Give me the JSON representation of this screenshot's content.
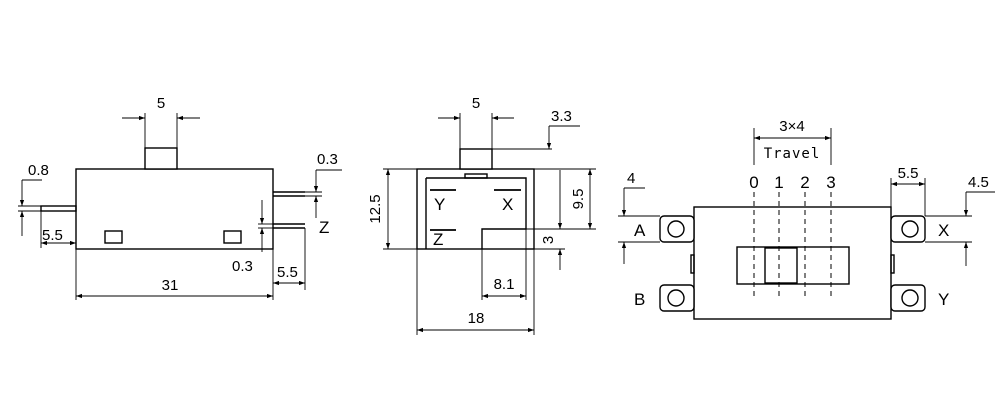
{
  "side_view": {
    "dim_top": "5",
    "dim_left_thk": "0.8",
    "dim_right_thk": "0.3",
    "dim_left_pin": "5.5",
    "dim_bottom_pin": "0.3",
    "dim_right_pin": "5.5",
    "dim_length": "31",
    "label_z": "Z"
  },
  "end_view": {
    "dim_top": "5",
    "dim_top_right": "3.3",
    "dim_height": "12.5",
    "dim_right_h": "9.5",
    "dim_step": "3",
    "dim_notch": "8.1",
    "dim_width": "18",
    "label_y": "Y",
    "label_x": "X",
    "label_z": "Z"
  },
  "top_view": {
    "dim_pitch": "3×4",
    "travel_label": "Travel",
    "positions": [
      "0",
      "1",
      "2",
      "3"
    ],
    "dim_left": "4",
    "dim_right_gap": "5.5",
    "dim_right": "4.5",
    "label_a": "A",
    "label_b": "B",
    "label_x": "X",
    "label_y": "Y"
  }
}
